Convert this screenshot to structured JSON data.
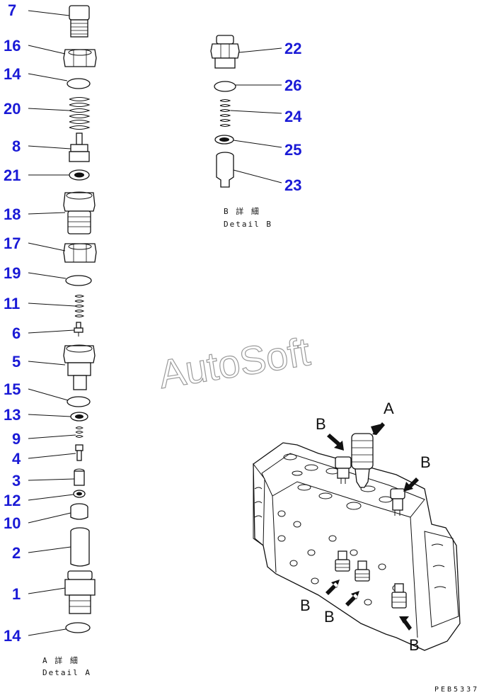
{
  "detail_a": {
    "caption_jp": "A 詳 細",
    "caption_en": "Detail A",
    "callouts": [
      "7",
      "16",
      "14",
      "20",
      "8",
      "21",
      "18",
      "17",
      "19",
      "11",
      "6",
      "5",
      "15",
      "13",
      "9",
      "4",
      "3",
      "12",
      "10",
      "2",
      "1",
      "14"
    ]
  },
  "detail_b": {
    "caption_jp": "B 詳 細",
    "caption_en": "Detail B",
    "callouts": [
      "22",
      "26",
      "24",
      "25",
      "23"
    ]
  },
  "assembly": {
    "refs": [
      "A",
      "B",
      "B",
      "B",
      "B",
      "B"
    ]
  },
  "watermark": "AutoSoft",
  "drawing_code": "PEB5337",
  "colors": {
    "callout": "#1a1ad6",
    "line": "#111111",
    "watermark": "#9a9a9a"
  }
}
